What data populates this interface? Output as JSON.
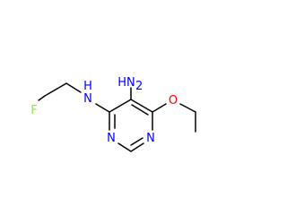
{
  "molecule": {
    "atoms": {
      "amino_h": "H",
      "amino_n": "N",
      "amino_subscript": "2",
      "nh_n": "N",
      "nh_h": "H",
      "fluorine": "F",
      "ring_n1": "N",
      "ring_n3": "N",
      "oxygen": "O"
    }
  },
  "colors": {
    "bond": "#000000",
    "nitrogen": "#0000ff",
    "oxygen": "#ff0000",
    "fluorine": "#90e050",
    "background": "#ffffff"
  }
}
